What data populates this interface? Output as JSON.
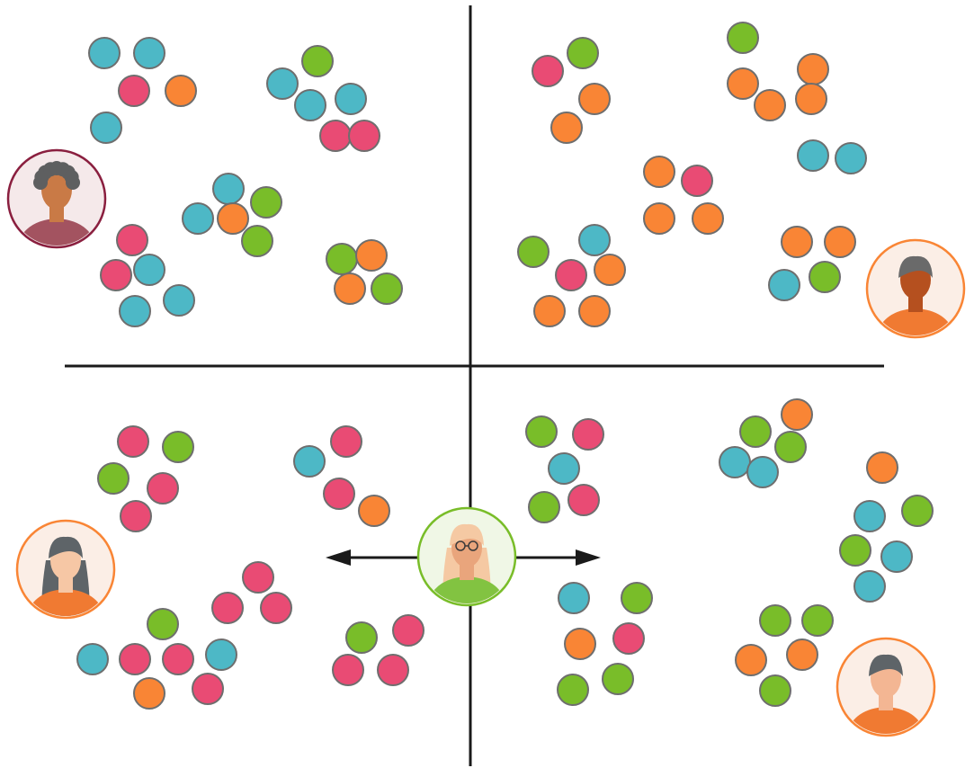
{
  "colors": {
    "teal": "#4db8c6",
    "pink": "#e94b74",
    "orange": "#f98535",
    "green": "#79bd29",
    "outline": "#6e6e6e",
    "axis": "#1a1a1a"
  },
  "quadrants": [
    {
      "id": "top-left",
      "avatar": {
        "icon": "person-avatar-icon",
        "ring": "#8a1f3f",
        "bg": "#f5e9ea",
        "skin": "#c97a46",
        "hair": "#5e5f60",
        "shirt": "#a35360"
      }
    },
    {
      "id": "top-right",
      "avatar": {
        "icon": "person-avatar-icon",
        "ring": "#f98535",
        "bg": "#fbeee6",
        "skin": "#b5501f",
        "hair": "#6a6a6a",
        "shirt": "#f07a32"
      }
    },
    {
      "id": "bottom-left",
      "avatar": {
        "icon": "person-avatar-icon",
        "ring": "#f98535",
        "bg": "#fbeee6",
        "skin": "#f6c7a5",
        "hair": "#5e6468",
        "shirt": "#f07a32"
      }
    },
    {
      "id": "bottom-right",
      "avatar": {
        "icon": "person-avatar-icon",
        "ring": "#f98535",
        "bg": "#fbeee6",
        "skin": "#f3b693",
        "hair": "#5e6468",
        "shirt": "#f07a32"
      }
    }
  ],
  "center": {
    "avatar": {
      "icon": "person-with-glasses-icon",
      "ring": "#79bd29",
      "bg": "#f0f7e6",
      "skin": "#e9a57c",
      "hair": "#f5c9a3",
      "shirt": "#82c341"
    },
    "arrows": [
      "arrow-left-icon",
      "arrow-right-icon"
    ]
  }
}
